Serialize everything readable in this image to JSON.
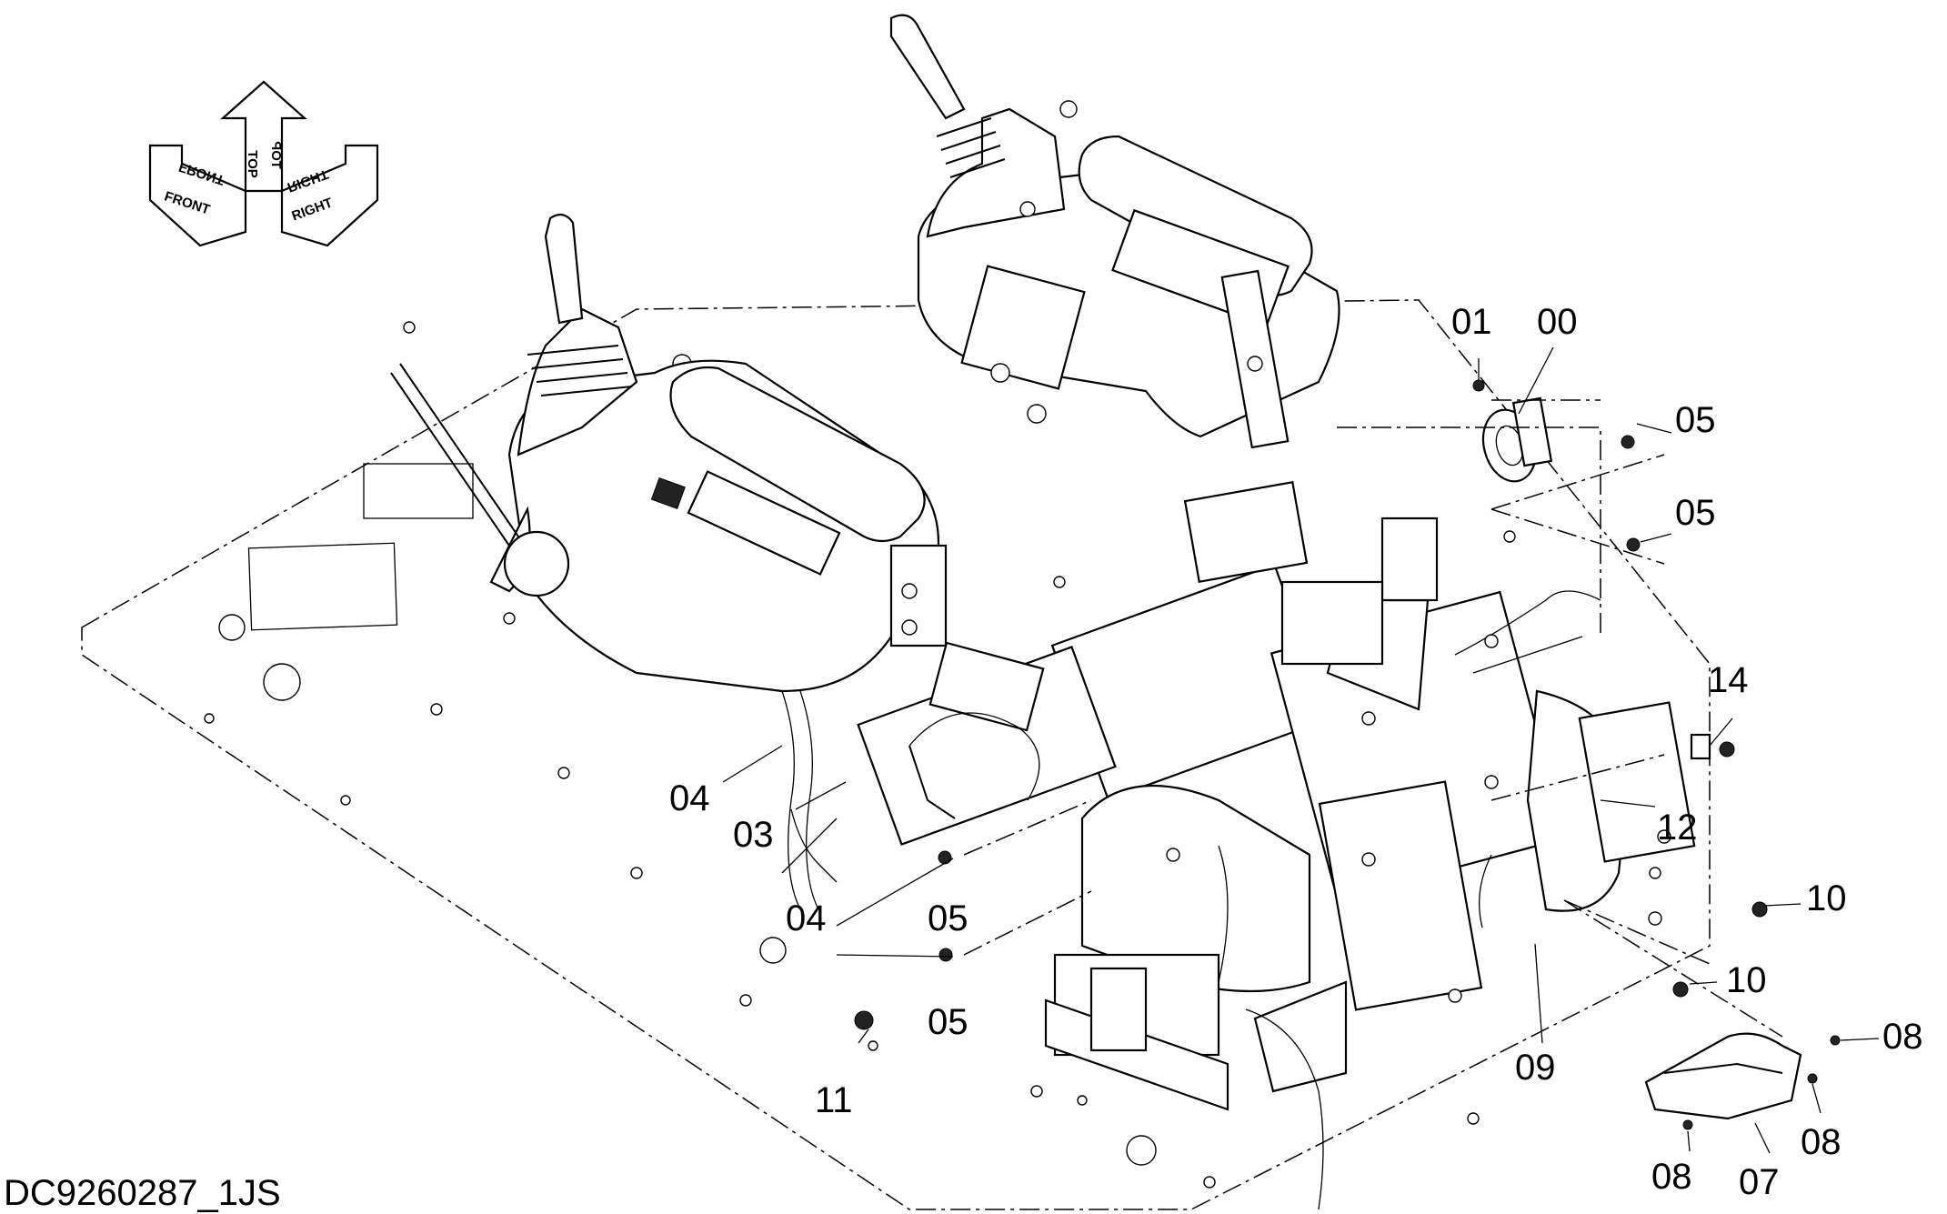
{
  "drawing": {
    "id": "DC9260287_1JS",
    "orientation": {
      "front": "FRONT",
      "top": "TOP",
      "right": "RIGHT"
    }
  },
  "callouts": [
    {
      "id": "c00",
      "label": "00"
    },
    {
      "id": "c01",
      "label": "01"
    },
    {
      "id": "c05a",
      "label": "05"
    },
    {
      "id": "c05b",
      "label": "05"
    },
    {
      "id": "c14",
      "label": "14"
    },
    {
      "id": "c12",
      "label": "12"
    },
    {
      "id": "c10a",
      "label": "10"
    },
    {
      "id": "c10b",
      "label": "10"
    },
    {
      "id": "c08a",
      "label": "08"
    },
    {
      "id": "c08b",
      "label": "08"
    },
    {
      "id": "c08c",
      "label": "08"
    },
    {
      "id": "c07",
      "label": "07"
    },
    {
      "id": "c09",
      "label": "09"
    },
    {
      "id": "c04a",
      "label": "04"
    },
    {
      "id": "c03",
      "label": "03"
    },
    {
      "id": "c04b",
      "label": "04"
    },
    {
      "id": "c05c",
      "label": "05"
    },
    {
      "id": "c05d",
      "label": "05"
    },
    {
      "id": "c11",
      "label": "11"
    }
  ]
}
